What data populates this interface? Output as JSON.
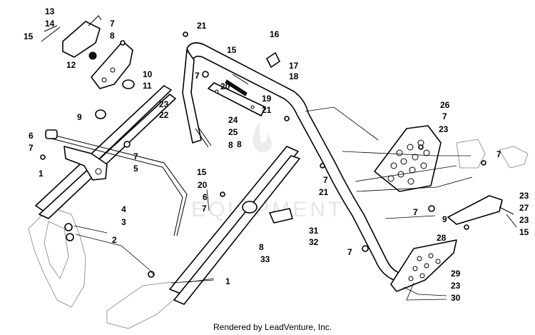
{
  "callouts": [
    "13",
    "14",
    "15",
    "7",
    "8",
    "12",
    "10",
    "11",
    "21",
    "16",
    "17",
    "18",
    "15",
    "7",
    "20",
    "19",
    "21",
    "23",
    "22",
    "24",
    "25",
    "8",
    "9",
    "6",
    "7",
    "7",
    "5",
    "1",
    "4",
    "3",
    "2",
    "15",
    "20",
    "6",
    "7",
    "8",
    "26",
    "7",
    "23",
    "7",
    "7",
    "21",
    "23",
    "27",
    "7",
    "9",
    "28",
    "23",
    "15",
    "31",
    "32",
    "8",
    "33",
    "7",
    "29",
    "23",
    "30",
    "1"
  ],
  "watermark": "EQUIPMENT",
  "footer": "Rendered by LeadVenture, Inc."
}
